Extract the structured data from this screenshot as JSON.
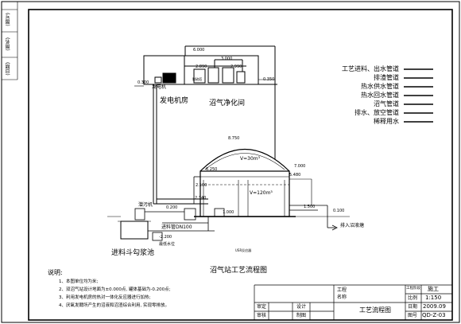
{
  "side_strip": {
    "cells": [
      "(图号)",
      "(图名)",
      "(日期)"
    ]
  },
  "legend": {
    "items": [
      {
        "label": "工艺进料、出水管道"
      },
      {
        "label": "排渣管道"
      },
      {
        "label": "热水供水管道"
      },
      {
        "label": "热水回水管道"
      },
      {
        "label": "沼气管道"
      },
      {
        "label": "排水、放空管道"
      },
      {
        "label": "稀释用水"
      }
    ]
  },
  "labels": {
    "generator_room": "发电机房",
    "purification_room": "沼气净化间",
    "generator": "发电机",
    "feed_pit": "进料斗勾浆池",
    "discharge_pond": "排入沼液塘",
    "inlet_pipe": "进料管DN100",
    "pump": "潜污机",
    "bottom_level": "最低水位",
    "tank_small_note": "USR反应器",
    "gas_volume": "V=30m³",
    "tank_volume": "V=120m³",
    "purif_note": "脱硫塔",
    "title": "沼气站工艺流程图"
  },
  "elevations": {
    "e_6000": "6.000",
    "e_3000": "3.000",
    "e_2890": "2.890",
    "e_2990": "2.990",
    "e_0300": "0.300",
    "e_0350": "0.350",
    "e_8750": "8.750",
    "e_6250": "6.250",
    "e_7000": "7.000",
    "e_5480": "5.480",
    "e_2100": "2.100",
    "e_2340": "2.340",
    "e_0200": "0.200",
    "e_1000": "1.000",
    "e_1500": "1.500",
    "e_0100": "0.100",
    "e_n2200": "-2.200"
  },
  "notes": {
    "heading": "说明:",
    "items": [
      "1、本图单位均为米;",
      "2、双沼气站设计地面为±0.000点, 罐体基础为-0.200点;",
      "3、利用发电机房的热对一体化反应器进行加热;",
      "4、厌氧发酵所产生的沼液和沼渣综合利用, 实现零排放。"
    ]
  },
  "title_block": {
    "project_label": "工程",
    "name_label": "名称",
    "review_label": "审定",
    "audit_label": "审核",
    "design_label": "设计",
    "draw_label": "制图",
    "drawing_title": "工艺流程图",
    "phase_label": "工程阶段",
    "phase_value": "施工",
    "scale_label": "比例",
    "scale_value": "1:150",
    "date_label": "日期",
    "date_value": "2009.09",
    "number_label": "图号",
    "number_value": "QD-Z-03"
  }
}
